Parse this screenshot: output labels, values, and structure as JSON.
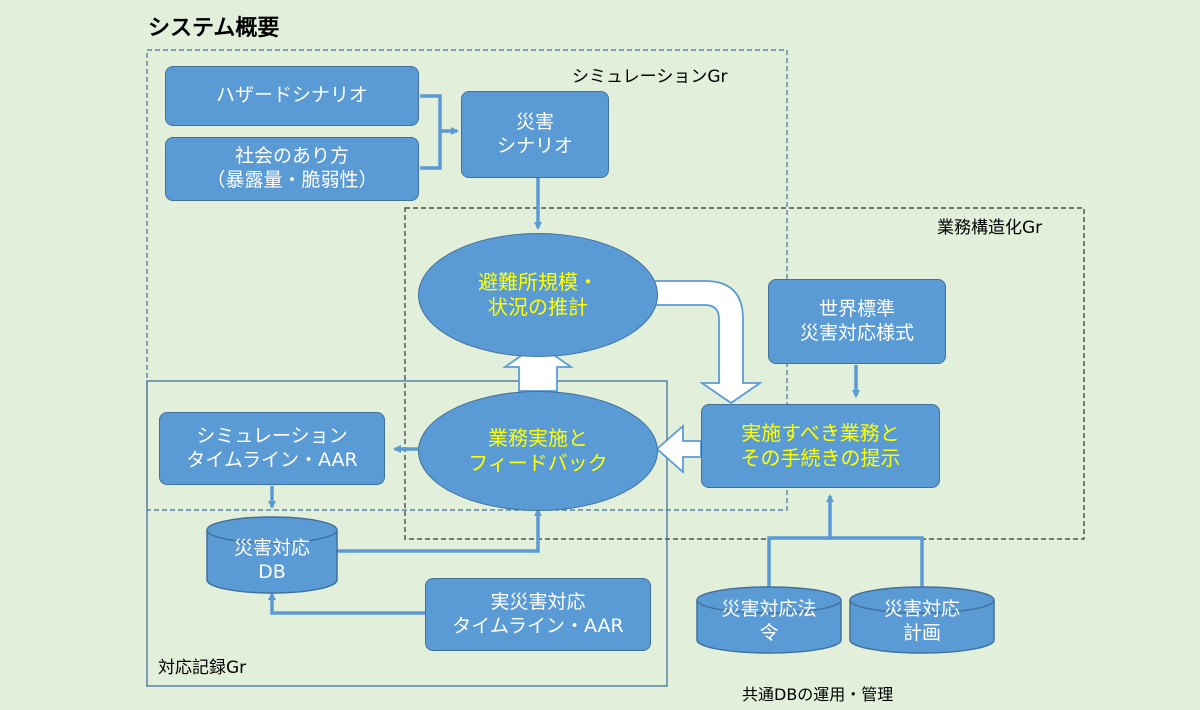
{
  "title": "システム概要",
  "groups": {
    "simulation": "シミュレーションGr",
    "business": "業務構造化Gr",
    "record": "対応記録Gr"
  },
  "nodes": {
    "hazard": "ハザードシナリオ",
    "society_line1": "社会のあり方",
    "society_line2": "（暴露量・脆弱性）",
    "disaster_line1": "災害",
    "disaster_line2": "シナリオ",
    "shelter_line1": "避難所規模・",
    "shelter_line2": "状況の推計",
    "standard_line1": "世界標準",
    "standard_line2": "災害対応様式",
    "tasks_line1": "実施すべき業務と",
    "tasks_line2": "その手続きの提示",
    "impl_line1": "業務実施と",
    "impl_line2": "フィードバック",
    "sim_timeline_line1": "シミュレーション",
    "sim_timeline_line2": "タイムライン・AAR",
    "db_line1": "災害対応",
    "db_line2": "DB",
    "real_timeline_line1": "実災害対応",
    "real_timeline_line2": "タイムライン・AAR",
    "law_line1": "災害対応法",
    "law_line2": "令",
    "plan_line1": "災害対応",
    "plan_line2": "計画"
  },
  "footer": "共通DBの運用・管理",
  "colors": {
    "background": "#e2efda",
    "node_fill": "#5b9bd5",
    "node_border": "#41719c",
    "highlight_text": "#ffff00"
  }
}
